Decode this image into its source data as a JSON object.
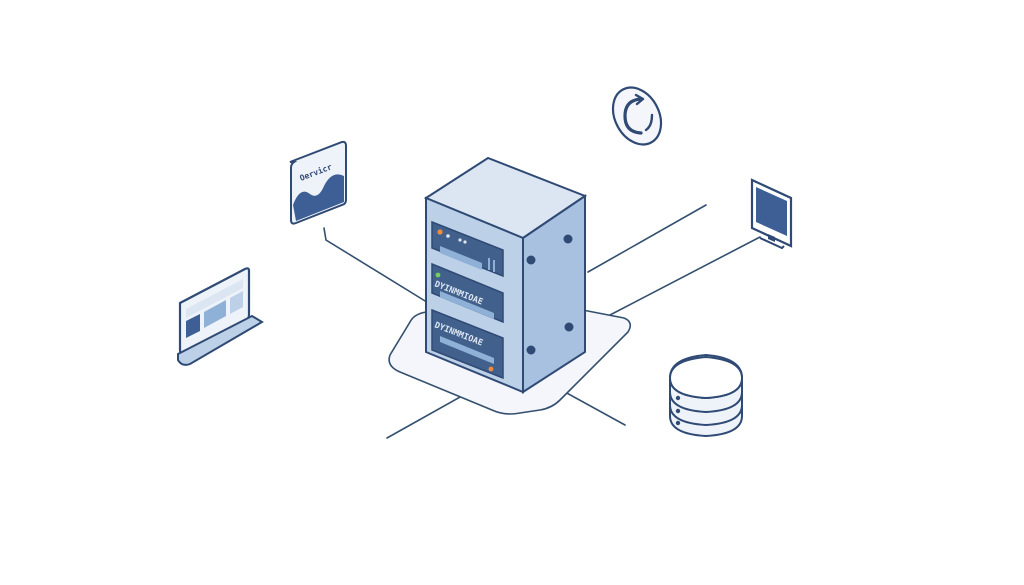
{
  "colors": {
    "background": "#ffffff",
    "outline": "#2f4a74",
    "line": "#34506f",
    "server_top": "#dce6f3",
    "server_front": "#bcd0e8",
    "server_side": "#a9c1e1",
    "panel_dark": "#41608c",
    "slot_light": "#8fb1d8",
    "led_orange": "#f28b3b",
    "led_green": "#6fcf5a",
    "screen_blue": "#3e5f95",
    "platform_fill": "#f4f6fb"
  },
  "server": {
    "slot_labels": [
      "DYINMMIOAE",
      "DYINMMIOAE"
    ]
  },
  "cloud_card": {
    "label": "Oervicr"
  },
  "icons": {
    "server": "server-rack-icon",
    "cloud_card": "cloud-chart-icon",
    "sync": "sync-icon",
    "monitor": "monitor-icon",
    "laptop": "laptop-icon",
    "database": "database-icon"
  }
}
